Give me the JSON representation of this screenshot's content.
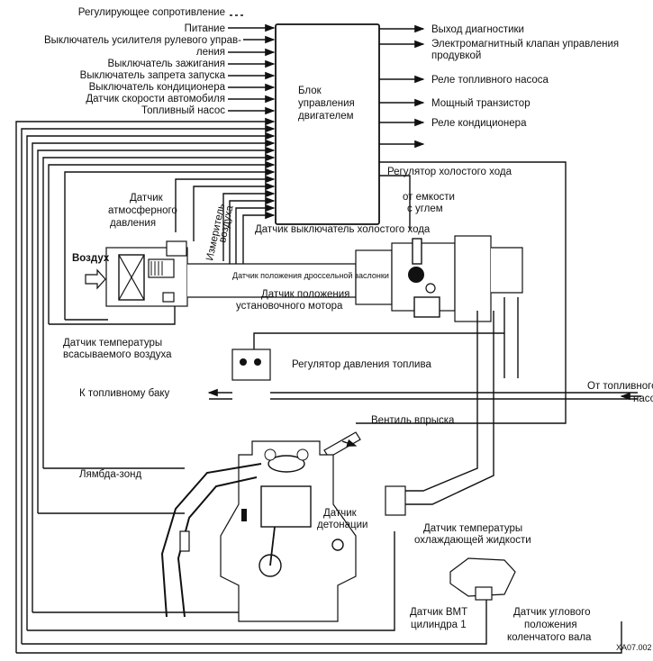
{
  "ecu": {
    "title_line1": "Блок",
    "title_line2": "управления",
    "title_line3": "двигателем"
  },
  "inputs": [
    "Регулирующее сопротивление",
    "Питание",
    "Выключатель усилителя рулевого управ-",
    "ления",
    "Выключатель зажигания",
    "Выключатель запрета запуска",
    "Выключатель кондиционера",
    "Датчик скорости автомобиля",
    "Топливный насос"
  ],
  "outputs": [
    "Выход диагностики",
    "Электромагнитный клапан управления",
    "продувкой",
    "Реле топливного насоса",
    "Мощный транзистор",
    "Реле кондиционера"
  ],
  "labels": {
    "idle_regulator": "Регулятор холостого хода",
    "from_canister_1": "от емкости",
    "from_canister_2": "с углем",
    "idle_switch": "Датчик выключатель холостого хода",
    "atm_sensor_1": "Датчик",
    "atm_sensor_2": "атмосферного",
    "atm_sensor_3": "давления",
    "air_meter_1": "Измеритель",
    "air_meter_2": "воздуха",
    "air": "Воздух",
    "throttle_pos": "Датчик положения дроссельной заслонки",
    "motor_pos_1": "Датчик положения",
    "motor_pos_2": "установочного мотора",
    "intake_temp_1": "Датчик температуры",
    "intake_temp_2": "всасываемого воздуха",
    "fuel_pressure_reg": "Регулятор давления топлива",
    "to_tank": "К топливному баку",
    "from_pump_1": "От топливного",
    "from_pump_2": "насоса",
    "injector": "Вентиль впрыска",
    "lambda": "Лямбда-зонд",
    "knock_1": "Датчик",
    "knock_2": "детонации",
    "coolant_1": "Датчик температуры",
    "coolant_2": "охлаждающей жидкости",
    "tdc_1": "Датчик ВМТ",
    "tdc_2": "цилиндра 1",
    "crank_1": "Датчик углового",
    "crank_2": "положения",
    "crank_3": "коленчатого вала",
    "ref": "ХА07.002"
  }
}
